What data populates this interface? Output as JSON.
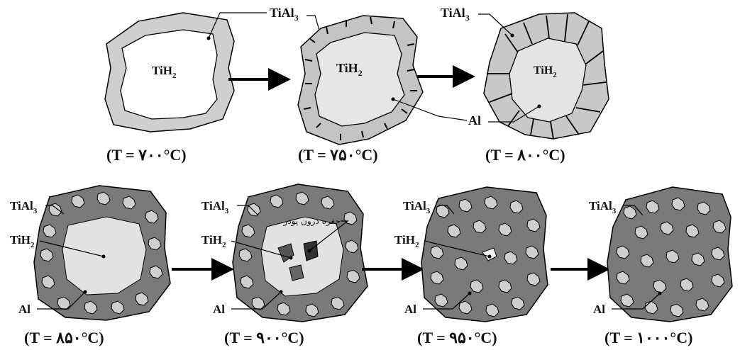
{
  "diagram": {
    "labels": {
      "tial3": "TiAl",
      "tial3_sub": "3",
      "tih2": "TiH",
      "tih2_sub": "2",
      "al": "Al",
      "pore": "حفره درون پودر"
    },
    "stages": [
      {
        "id": "s1",
        "temperature": "(T = ۷۰۰°C)"
      },
      {
        "id": "s2",
        "temperature": "(T = ۷۵۰°C)"
      },
      {
        "id": "s3",
        "temperature": "(T = ۸۰۰°C)"
      },
      {
        "id": "s4",
        "temperature": "(T = ۸۵۰°C)"
      },
      {
        "id": "s5",
        "temperature": "(T = ۹۰۰°C)"
      },
      {
        "id": "s6",
        "temperature": "(T = ۹۵۰°C)"
      },
      {
        "id": "s7",
        "temperature": "(T = ۱۰۰۰°C)"
      }
    ]
  }
}
